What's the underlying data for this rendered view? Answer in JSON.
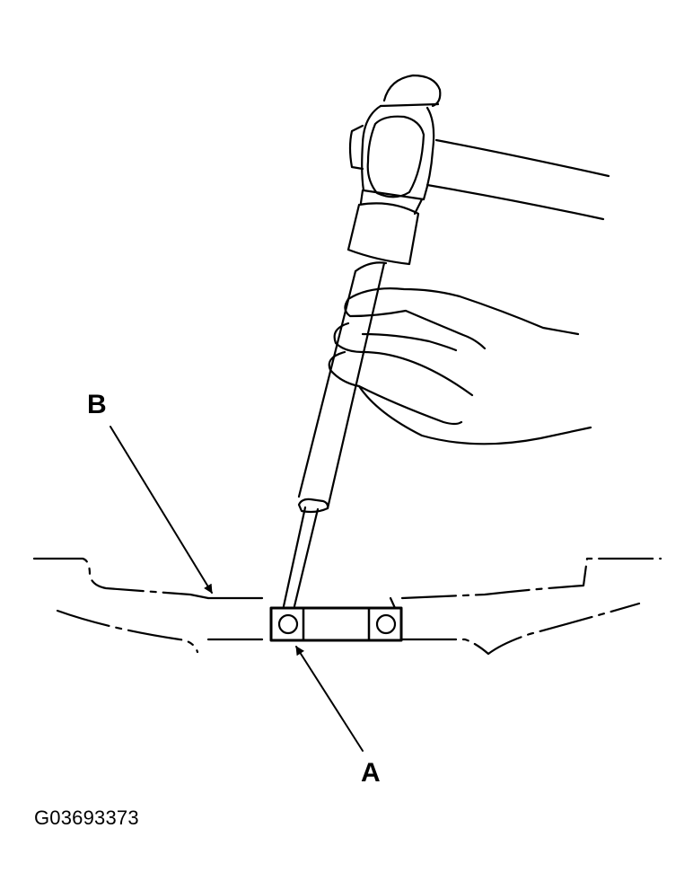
{
  "callouts": {
    "a": "A",
    "b": "B"
  },
  "figure_code": "G03693373",
  "colors": {
    "line": "#000000",
    "background": "#ffffff"
  }
}
